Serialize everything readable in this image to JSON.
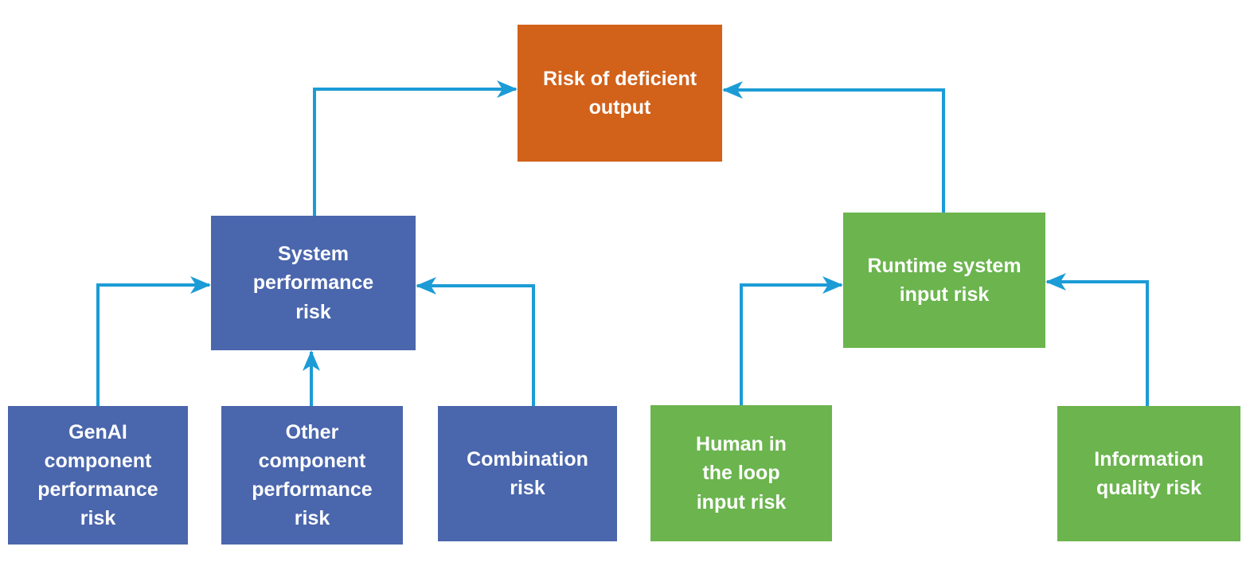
{
  "diagram": {
    "type": "hierarchy-flowchart",
    "colors": {
      "orange": "#D2611A",
      "blue": "#4A66AC",
      "green": "#6BB44E",
      "arrow": "#1B9CD6",
      "label_text": "#FFFFFF"
    },
    "nodes": [
      {
        "id": "risk-of-deficient-output",
        "label": "Risk of deficient\noutput",
        "color": "orange"
      },
      {
        "id": "system-performance-risk",
        "label": "System\nperformance\nrisk",
        "color": "blue"
      },
      {
        "id": "runtime-system-input-risk",
        "label": "Runtime system\ninput risk",
        "color": "green"
      },
      {
        "id": "genai-component-performance-risk",
        "label": "GenAI\ncomponent\nperformance\nrisk",
        "color": "blue"
      },
      {
        "id": "other-component-performance-risk",
        "label": "Other\ncomponent\nperformance\nrisk",
        "color": "blue"
      },
      {
        "id": "combination-risk",
        "label": "Combination\nrisk",
        "color": "blue"
      },
      {
        "id": "human-in-the-loop-input-risk",
        "label": "Human in\nthe loop\ninput risk",
        "color": "green"
      },
      {
        "id": "information-quality-risk",
        "label": "Information\nquality risk",
        "color": "green"
      }
    ],
    "edges": [
      {
        "from": "system-performance-risk",
        "to": "risk-of-deficient-output"
      },
      {
        "from": "runtime-system-input-risk",
        "to": "risk-of-deficient-output"
      },
      {
        "from": "genai-component-performance-risk",
        "to": "system-performance-risk"
      },
      {
        "from": "other-component-performance-risk",
        "to": "system-performance-risk"
      },
      {
        "from": "combination-risk",
        "to": "system-performance-risk"
      },
      {
        "from": "human-in-the-loop-input-risk",
        "to": "runtime-system-input-risk"
      },
      {
        "from": "information-quality-risk",
        "to": "runtime-system-input-risk"
      }
    ]
  }
}
